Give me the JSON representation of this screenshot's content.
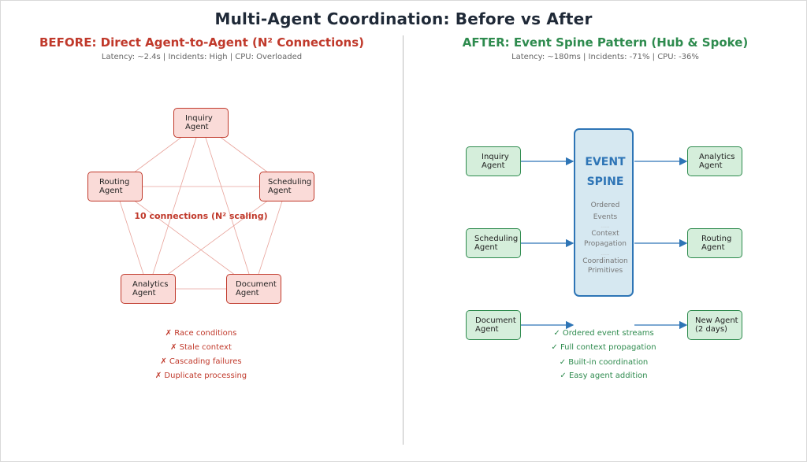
{
  "title": "Multi-Agent Coordination: Before vs After",
  "before": {
    "heading": "BEFORE: Direct Agent-to-Agent (N² Connections)",
    "metrics": "Latency: ~2.4s  |  Incidents: High  |  CPU: Overloaded",
    "agents": {
      "inquiry": "Inquiry\nAgent",
      "routing": "Routing\nAgent",
      "scheduling": "Scheduling\nAgent",
      "analytics": "Analytics\nAgent",
      "document": "Document\nAgent"
    },
    "connections_label": "10 connections (N² scaling)",
    "problems": [
      "✗ Race conditions",
      "✗ Stale context",
      "✗ Cascading failures",
      "✗ Duplicate processing"
    ]
  },
  "after": {
    "heading": "AFTER: Event Spine Pattern (Hub & Spoke)",
    "metrics": "Latency: ~180ms  |  Incidents: -71%  |  CPU: -36%",
    "spine": {
      "title_line1": "EVENT",
      "title_line2": "SPINE",
      "f1_line1": "Ordered",
      "f1_line2": "Events",
      "sep": "......",
      "f2_line1": "Context",
      "f2_line2": "Propagation",
      "f3_line1": "Coordination",
      "f3_line2": "Primitives"
    },
    "producers": [
      "Inquiry\nAgent",
      "Scheduling\nAgent",
      "Document\nAgent"
    ],
    "consumers": [
      "Analytics\nAgent",
      "Routing\nAgent",
      "New Agent\n(2 days)"
    ],
    "benefits": [
      "✓ Ordered event streams",
      "✓ Full context propagation",
      "✓ Built-in coordination",
      "✓ Easy agent addition"
    ]
  },
  "colors": {
    "before_accent": "#c0392b",
    "after_accent": "#2e8b4e",
    "spine_accent": "#2e75b6"
  }
}
